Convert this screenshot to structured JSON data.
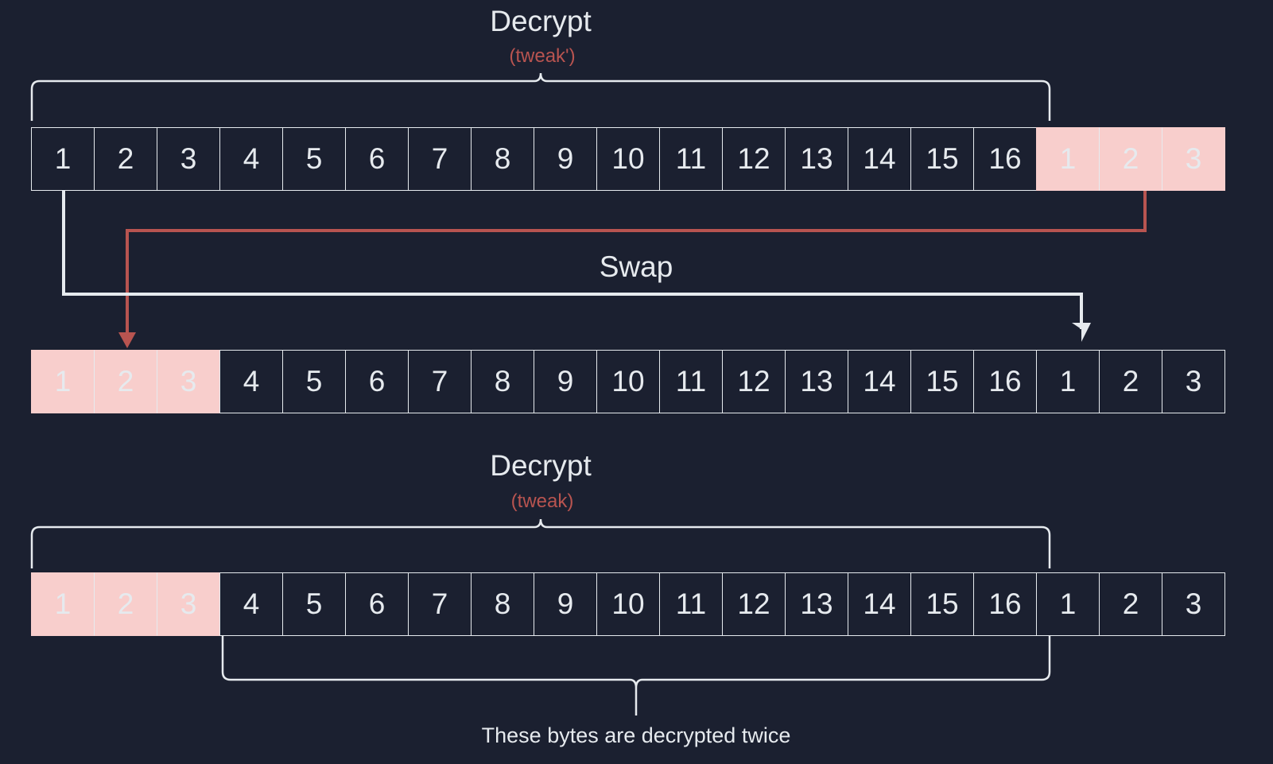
{
  "colors": {
    "background": "#1b2030",
    "foreground": "#e6eaee",
    "accent_red": "#b85450",
    "highlight_pink": "#f8cecc"
  },
  "top": {
    "title": "Decrypt",
    "subtitle": "(tweak')"
  },
  "swap_label": "Swap",
  "bottom": {
    "title": "Decrypt",
    "subtitle": "(tweak)"
  },
  "footnote": "These bytes are decrypted twice",
  "rows": [
    {
      "cells": [
        "1",
        "2",
        "3",
        "4",
        "5",
        "6",
        "7",
        "8",
        "9",
        "10",
        "11",
        "12",
        "13",
        "14",
        "15",
        "16",
        "1",
        "2",
        "3"
      ],
      "highlighted": [
        16,
        17,
        18
      ]
    },
    {
      "cells": [
        "1",
        "2",
        "3",
        "4",
        "5",
        "6",
        "7",
        "8",
        "9",
        "10",
        "11",
        "12",
        "13",
        "14",
        "15",
        "16",
        "1",
        "2",
        "3"
      ],
      "highlighted": [
        0,
        1,
        2
      ]
    },
    {
      "cells": [
        "1",
        "2",
        "3",
        "4",
        "5",
        "6",
        "7",
        "8",
        "9",
        "10",
        "11",
        "12",
        "13",
        "14",
        "15",
        "16",
        "1",
        "2",
        "3"
      ],
      "highlighted": [
        0,
        1,
        2
      ]
    }
  ]
}
